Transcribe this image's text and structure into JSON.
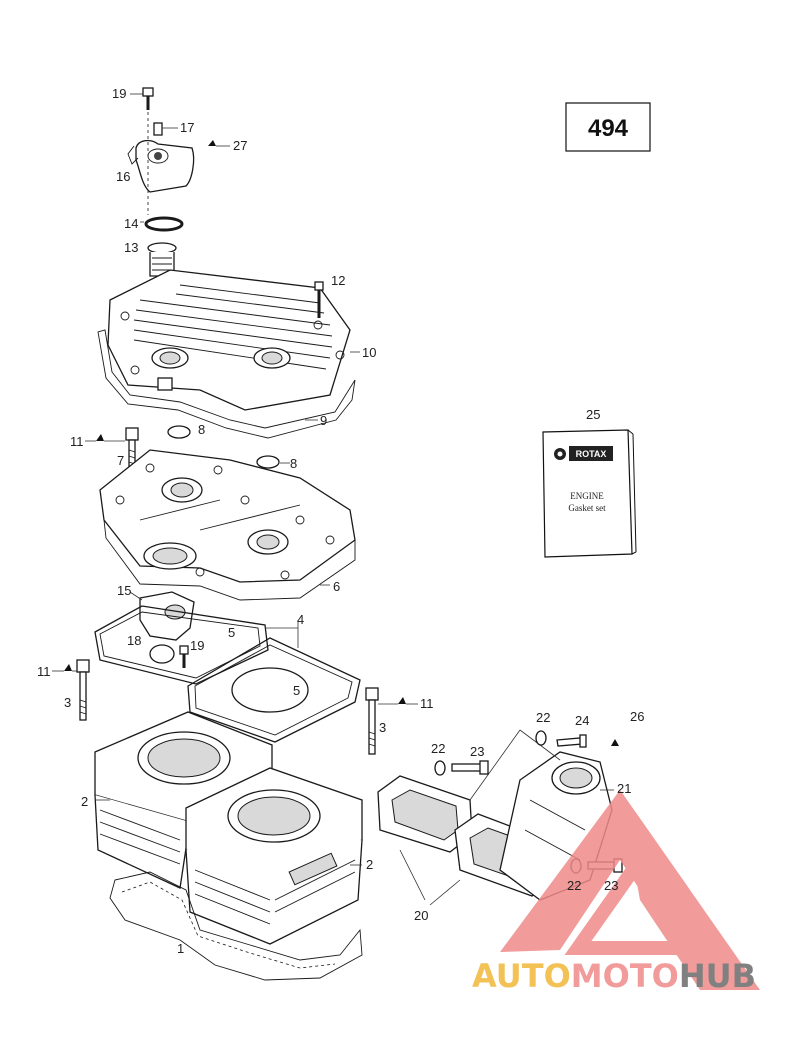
{
  "page_number": "494",
  "gasket_set_box": {
    "brand": "ROTAX",
    "line1": "ENGINE",
    "line2": "Gasket set"
  },
  "watermark": {
    "part1": "AUTO",
    "part2": "MOTO",
    "part3": "HUB",
    "color1": "#f2b83a",
    "color2": "#ef8a8a",
    "color3": "#6b6b6b"
  },
  "callouts": [
    {
      "id": "c19a",
      "text": "19"
    },
    {
      "id": "c17",
      "text": "17"
    },
    {
      "id": "c27",
      "text": "27"
    },
    {
      "id": "c16",
      "text": "16"
    },
    {
      "id": "c14",
      "text": "14"
    },
    {
      "id": "c13",
      "text": "13"
    },
    {
      "id": "c12",
      "text": "12"
    },
    {
      "id": "c10",
      "text": "10"
    },
    {
      "id": "c9",
      "text": "9"
    },
    {
      "id": "c11a",
      "text": "11"
    },
    {
      "id": "c8a",
      "text": "8"
    },
    {
      "id": "c7",
      "text": "7"
    },
    {
      "id": "c8b",
      "text": "8"
    },
    {
      "id": "c25",
      "text": "25"
    },
    {
      "id": "c6",
      "text": "6"
    },
    {
      "id": "c15",
      "text": "15"
    },
    {
      "id": "c4",
      "text": "4"
    },
    {
      "id": "c5a",
      "text": "5"
    },
    {
      "id": "c18",
      "text": "18"
    },
    {
      "id": "c19b",
      "text": "19"
    },
    {
      "id": "c11b",
      "text": "11"
    },
    {
      "id": "c3a",
      "text": "3"
    },
    {
      "id": "c5b",
      "text": "5"
    },
    {
      "id": "c11c",
      "text": "11"
    },
    {
      "id": "c3b",
      "text": "3"
    },
    {
      "id": "c22a",
      "text": "22"
    },
    {
      "id": "c24",
      "text": "24"
    },
    {
      "id": "c26",
      "text": "26"
    },
    {
      "id": "c22b",
      "text": "22"
    },
    {
      "id": "c23a",
      "text": "23"
    },
    {
      "id": "c21",
      "text": "21"
    },
    {
      "id": "c2a",
      "text": "2"
    },
    {
      "id": "c2b",
      "text": "2"
    },
    {
      "id": "c22c",
      "text": "22"
    },
    {
      "id": "c23b",
      "text": "23"
    },
    {
      "id": "c20",
      "text": "20"
    },
    {
      "id": "c1",
      "text": "1"
    }
  ]
}
